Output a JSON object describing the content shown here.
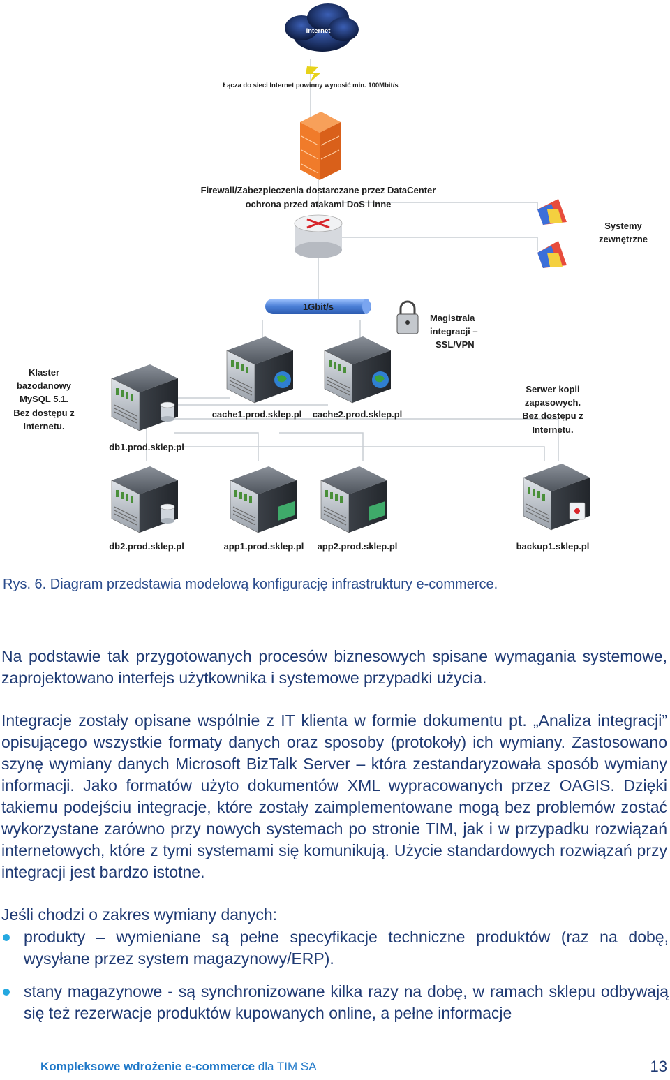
{
  "diagram": {
    "internet_label": "Internet",
    "link_note": "Łącza do sieci Internet powinny wynosić min. 100Mbit/s",
    "firewall_label_line1": "Firewall/Zabezpieczenia dostarczane przez DataCenter",
    "firewall_label_line2": "ochrona przed atakami DoS i inne",
    "external_line1": "Systemy",
    "external_line2": "zewnętrzne",
    "bus_label": "1Gbit/s",
    "integration_line1": "Magistrala",
    "integration_line2": "integracji –",
    "integration_line3": "SSL/VPN",
    "cluster_line1": "Klaster",
    "cluster_line2": "bazodanowy",
    "cluster_line3": "MySQL 5.1.",
    "cluster_line4": "Bez dostępu z",
    "cluster_line5": "Internetu.",
    "backup_note_line1": "Serwer kopii",
    "backup_note_line2": "zapasowych.",
    "backup_note_line3": "Bez dostępu z",
    "backup_note_line4": "Internetu.",
    "servers": {
      "cache1": "cache1.prod.sklep.pl",
      "cache2": "cache2.prod.sklep.pl",
      "db1": "db1.prod.sklep.pl",
      "db2": "db2.prod.sklep.pl",
      "app1": "app1.prod.sklep.pl",
      "app2": "app2.prod.sklep.pl",
      "backup1": "backup1.sklep.pl"
    }
  },
  "caption": "Rys. 6. Diagram przedstawia modelową konfigurację infrastruktury e-commerce.",
  "paragraphs": {
    "p1": "Na podstawie tak przygotowanych procesów biznesowych spisane wymagania systemowe, zaprojektowano interfejs użytkownika i systemowe przypadki użycia.",
    "p2": "Integracje zostały opisane wspólnie z IT klienta w formie dokumentu pt. „Analiza integracji” opisującego wszystkie formaty danych oraz sposoby (protokoły) ich wymiany. Zastosowano szynę wymiany danych Microsoft BizTalk Server – która zestandaryzowała sposób wymiany informacji. Jako formatów użyto dokumentów XML wypracowanych przez OAGIS. Dzięki takiemu podejściu integracje, które zostały zaimplementowane mogą bez problemów zostać wykorzystane zarówno przy nowych systemach po stronie TIM, jak i w przypadku rozwiązań internetowych, które z tymi systemami się komunikują. Użycie standardowych rozwiązań przy integracji jest bardzo istotne.",
    "p3": "Jeśli chodzi o zakres wymiany danych:"
  },
  "list": [
    "produkty – wymieniane są pełne specyfikacje techniczne produktów (raz na dobę, wysyłane przez system magazynowy/ERP).",
    "stany magazynowe - są synchronizowane kilka razy na dobę, w ramach sklepu odbywają się też rezerwacje produktów kupowanych online, a pełne informacje"
  ],
  "footer": {
    "title_bold": "Kompleksowe wdrożenie e-commerce",
    "title_rest": " dla TIM SA",
    "page_number": "13"
  },
  "colors": {
    "text": "#1f3a73",
    "footer": "#1f78c8",
    "bullet": "#25a8e0",
    "firewall": "#f07b2a",
    "bus": "#4a7fd6"
  }
}
